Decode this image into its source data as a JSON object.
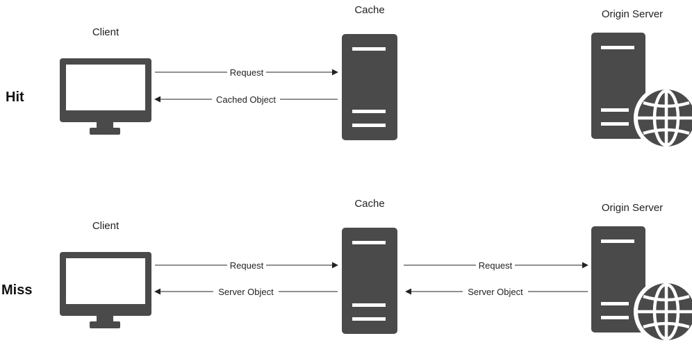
{
  "colors": {
    "icon": "#4a4a4a",
    "icon_light": "#ffffff",
    "line": "#222222",
    "text": "#222222",
    "background": "#ffffff"
  },
  "hit": {
    "row_label": "Hit",
    "client_label": "Client",
    "cache_label": "Cache",
    "origin_label": "Origin Server",
    "request_label": "Request",
    "response_label": "Cached Object"
  },
  "miss": {
    "row_label": "Miss",
    "client_label": "Client",
    "cache_label": "Cache",
    "origin_label": "Origin Server",
    "client_request_label": "Request",
    "client_response_label": "Server Object",
    "origin_request_label": "Request",
    "origin_response_label": "Server Object"
  },
  "icons": {
    "client": "monitor-icon",
    "cache": "server-icon",
    "origin": "web-server-icon"
  }
}
